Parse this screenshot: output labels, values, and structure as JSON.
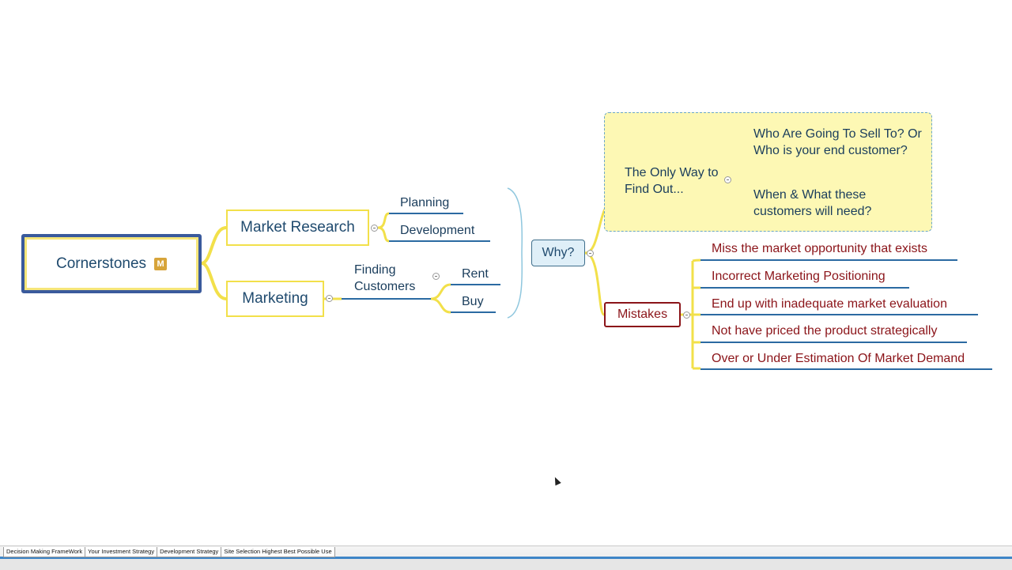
{
  "mindmap": {
    "root": {
      "label": "Cornerstones",
      "badge": "M"
    },
    "market_research": {
      "label": "Market Research",
      "children": [
        "Planning",
        "Development"
      ]
    },
    "marketing": {
      "label": "Marketing",
      "finding_customers": "Finding Customers",
      "children": [
        "Rent",
        "Buy"
      ]
    },
    "why": {
      "label": "Why?"
    },
    "only_way": {
      "label": "The Only Way to Find Out...",
      "children": [
        "Who Are Going To Sell To? Or Who is your end customer?",
        "When & What these customers will need?"
      ]
    },
    "mistakes": {
      "label": "Mistakes",
      "children": [
        "Miss the market opportunity that exists",
        "Incorrect Marketing Positioning",
        "End up with inadequate market evaluation",
        "Not have priced the product strategically",
        "Over or Under Estimation Of Market Demand"
      ]
    }
  },
  "sheet_tabs": [
    "Decision Making FrameWork",
    "Your Investment Strategy",
    "Development Strategy",
    "Site Selection  Highest Best Possible Use"
  ],
  "colors": {
    "branch_yellow": "#f2e04a",
    "underline_blue": "#2b6aa2",
    "mistake_red": "#8b1419",
    "cluster_fill": "#fdf8b4"
  }
}
